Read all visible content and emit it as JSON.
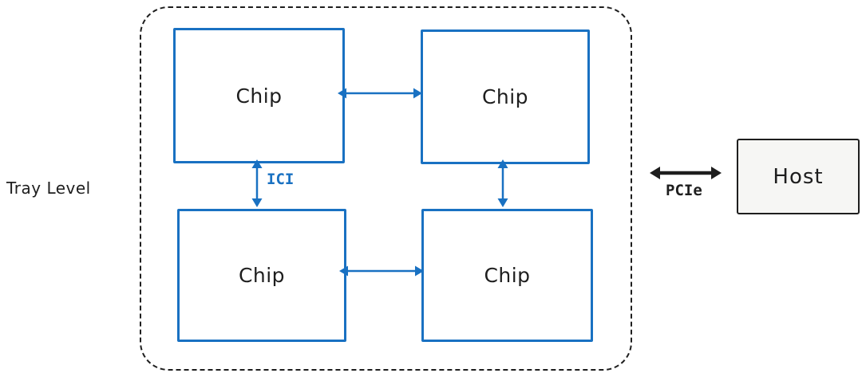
{
  "diagram": {
    "tray_label": "Tray Level",
    "ici_label": "ICI",
    "pcie_label": "PCIe",
    "host_label": "Host",
    "chips": [
      {
        "label": "Chip",
        "position": "top-left"
      },
      {
        "label": "Chip",
        "position": "top-right"
      },
      {
        "label": "Chip",
        "position": "bottom-left"
      },
      {
        "label": "Chip",
        "position": "bottom-right"
      }
    ],
    "connections": [
      {
        "from": "chip-top-left",
        "to": "chip-top-right",
        "type": "ICI",
        "style": "double-arrow"
      },
      {
        "from": "chip-top-left",
        "to": "chip-bottom-left",
        "type": "ICI",
        "style": "double-arrow"
      },
      {
        "from": "chip-top-right",
        "to": "chip-bottom-right",
        "type": "ICI",
        "style": "double-arrow"
      },
      {
        "from": "chip-bottom-left",
        "to": "chip-bottom-right",
        "type": "ICI",
        "style": "double-arrow"
      },
      {
        "from": "tray",
        "to": "host",
        "type": "PCIe",
        "style": "double-arrow"
      }
    ],
    "colors": {
      "chip_border": "#1971c2",
      "arrow_blue": "#1971c2",
      "ici_text": "#1971c2",
      "outline_black": "#1e1e1e",
      "host_fill": "#f6f6f4",
      "background": "#ffffff"
    }
  }
}
